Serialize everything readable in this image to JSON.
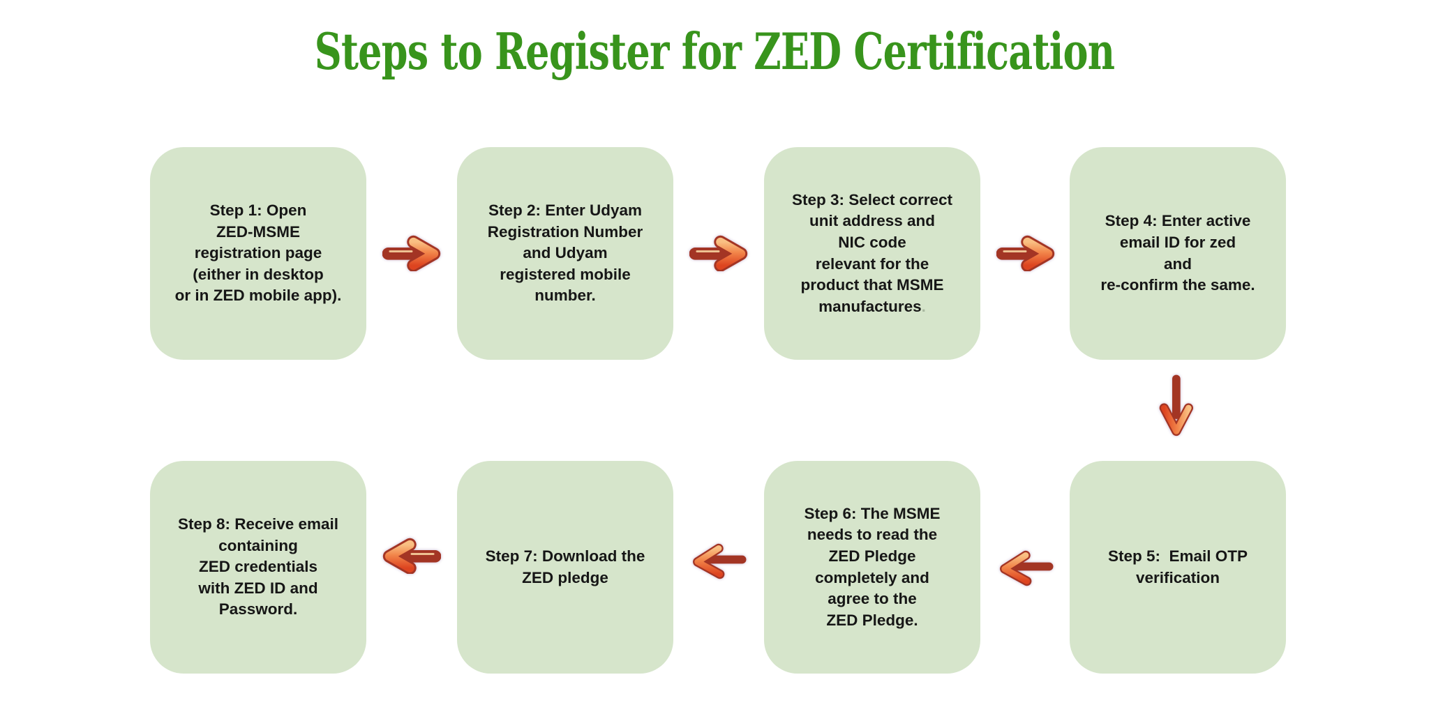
{
  "title": {
    "text": "Steps to Register for ZED Certification"
  },
  "colors": {
    "title_green": "#38941c",
    "box_green": "#d6e5cb",
    "text_dark": "#161616",
    "muted_period": "#a9b8a0",
    "page_bg": "#ffffff",
    "arrow_light": "#f9c083",
    "arrow_mid": "#f2854a",
    "arrow_dark": "#dd4420",
    "arrow_outline": "#a33524"
  },
  "steps": [
    {
      "label": "Step 1",
      "text": "Step 1: Open\nZED-MSME\nregistration page\n(either in desktop\nor in ZED mobile app)."
    },
    {
      "label": "Step 2",
      "text": "Step 2: Enter Udyam\nRegistration Number\nand Udyam\nregistered mobile\nnumber."
    },
    {
      "label": "Step 3",
      "text": "Step 3: Select correct\nunit address and\nNIC code\nrelevant for the\nproduct that MSME\nmanufactures",
      "muted_suffix": "."
    },
    {
      "label": "Step 4",
      "text": "Step 4: Enter active\nemail ID for zed\nand\nre-confirm the same."
    },
    {
      "label": "Step 5",
      "text": "Step 5:  Email OTP\nverification"
    },
    {
      "label": "Step 6",
      "text": "Step 6: The MSME\nneeds to read the\nZED Pledge\ncompletely and\nagree to the\nZED Pledge."
    },
    {
      "label": "Step 7",
      "text": "Step 7: Download the\nZED pledge"
    },
    {
      "label": "Step 8",
      "text": "Step 8: Receive email\ncontaining\nZED credentials\nwith ZED ID and\nPassword."
    }
  ],
  "flow": {
    "arrows": [
      {
        "icon": "arrow-right-icon",
        "from": "Step 1",
        "to": "Step 2"
      },
      {
        "icon": "arrow-right-icon",
        "from": "Step 2",
        "to": "Step 3"
      },
      {
        "icon": "arrow-right-icon",
        "from": "Step 3",
        "to": "Step 4"
      },
      {
        "icon": "arrow-down-icon",
        "from": "Step 4",
        "to": "Step 5"
      },
      {
        "icon": "arrow-left-icon",
        "from": "Step 5",
        "to": "Step 6"
      },
      {
        "icon": "arrow-left-icon",
        "from": "Step 6",
        "to": "Step 7"
      },
      {
        "icon": "arrow-left-icon",
        "from": "Step 7",
        "to": "Step 8"
      }
    ]
  }
}
